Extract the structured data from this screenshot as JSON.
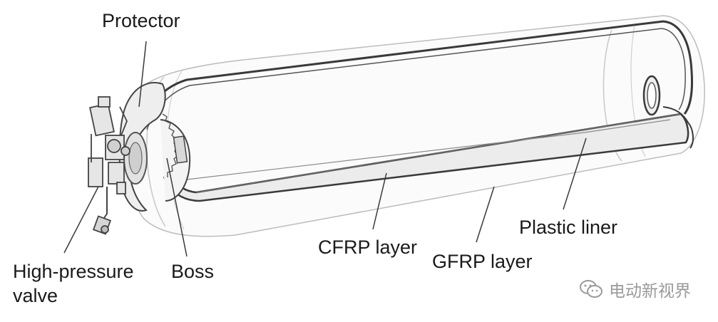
{
  "labels": {
    "protector": "Protector",
    "high_pressure_valve_line1": "High-pressure",
    "high_pressure_valve_line2": "valve",
    "boss": "Boss",
    "cfrp_layer": "CFRP layer",
    "gfrp_layer": "GFRP layer",
    "plastic_liner": "Plastic liner"
  },
  "watermark": {
    "text": "电动新视界",
    "icon": "wechat-icon"
  },
  "colors": {
    "line": "#3a3a3a",
    "light_line": "#b8b8b8",
    "shade": "#d9d9d9",
    "text": "#1a1a1a",
    "watermark": "#9a9a9a"
  }
}
